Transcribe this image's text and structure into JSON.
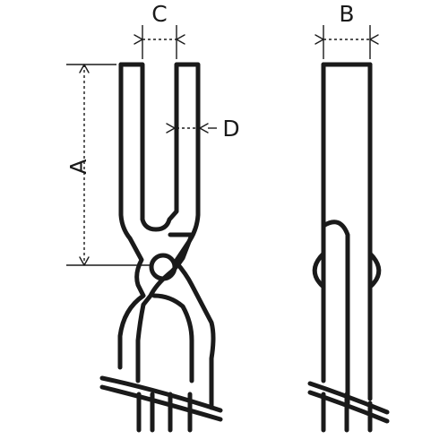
{
  "dimensions": {
    "c": "C",
    "b": "B",
    "d": "D",
    "a": "A"
  },
  "colors": {
    "stroke": "#1a1a1a",
    "background": "#ffffff"
  }
}
